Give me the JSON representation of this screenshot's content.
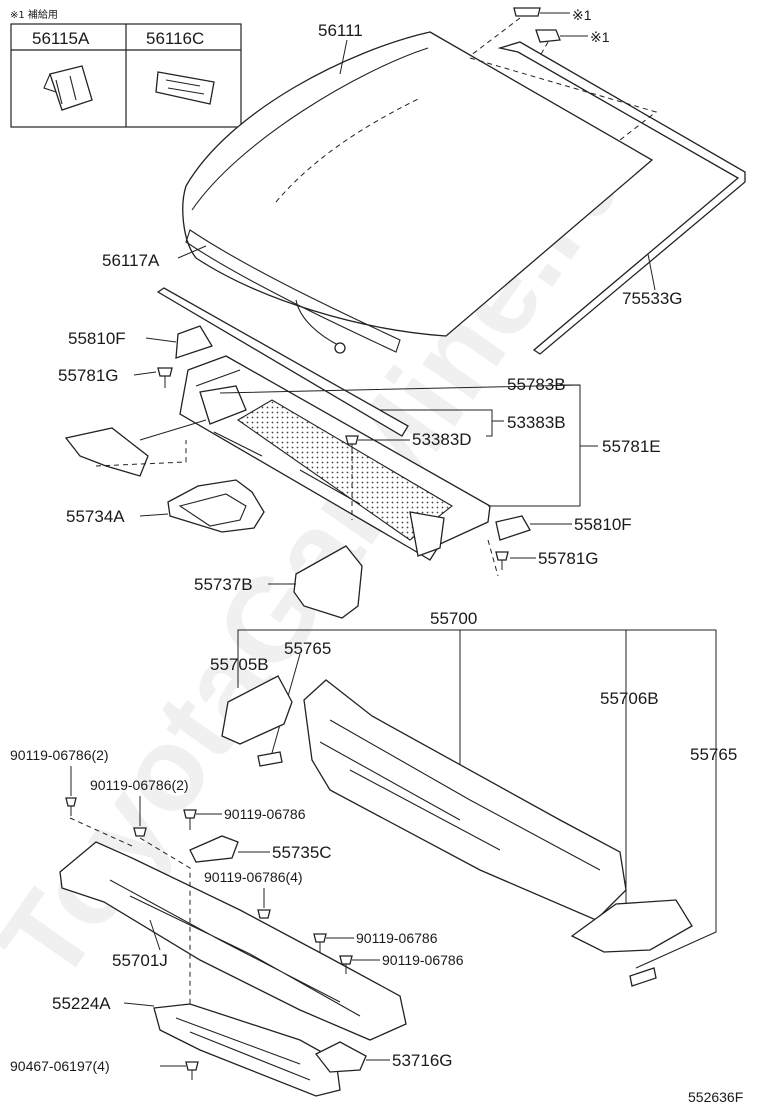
{
  "supply_note": "※1 補給用",
  "inset_labels": [
    "56115A",
    "56116C"
  ],
  "ref_mark": "※1",
  "watermark": "ToyotaGarMine.ru",
  "figure_code": "552636F",
  "labels": {
    "windshield": "56111",
    "molding_lower": "56117A",
    "molding_side": "75533G",
    "louver_end_left": "55810F",
    "clip_left": "55781G",
    "seal_upper": "55783B",
    "seal_mid": "53383B",
    "clip_center": "53383D",
    "louver_assy": "55781E",
    "duct": "55734A",
    "louver_end_right": "55810F",
    "clip_right": "55781G",
    "bracket_a": "55737B",
    "cowl_assy": "55700",
    "cowl_side_left": "55705B",
    "seal_left": "55765",
    "cowl_side_right": "55706B",
    "seal_right": "55765",
    "bolt_1": "90119-06786(2)",
    "bolt_2": "90119-06786(2)",
    "bolt_3": "90119-06786",
    "bracket_c": "55735C",
    "bolt_4": "90119-06786(4)",
    "cowl_panel": "55701J",
    "bolt_5": "90119-06786",
    "bolt_6": "90119-06786",
    "reinforcement": "55224A",
    "bolt_7": "90467-06197(4)",
    "bracket_g": "53716G"
  }
}
